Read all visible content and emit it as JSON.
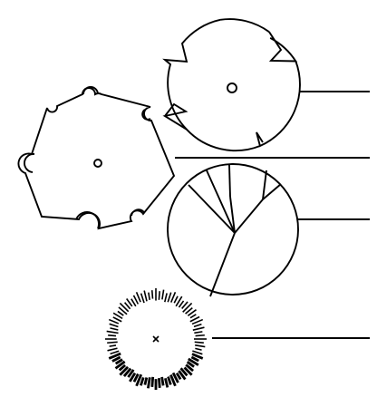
{
  "canvas": {
    "background": "#ffffff",
    "stroke": "#000000"
  },
  "shapes": {
    "gear_circle": {
      "kind": "circle-with-notches",
      "notch_count": 4,
      "center_mark": "small-circle",
      "leader_line": true
    },
    "bumpy_polygon": {
      "kind": "heptagon-with-arc-bumps",
      "sides": 7,
      "bump_count": 6,
      "center_mark": "small-circle",
      "leader_line": false
    },
    "branch_circle": {
      "kind": "circle-with-branching-lines",
      "branch_count": 5,
      "leader_line": true
    },
    "tick_ring": {
      "kind": "radial-tick-ring",
      "tick_count": 80,
      "center_mark": "x-mark",
      "leader_line": true
    }
  }
}
